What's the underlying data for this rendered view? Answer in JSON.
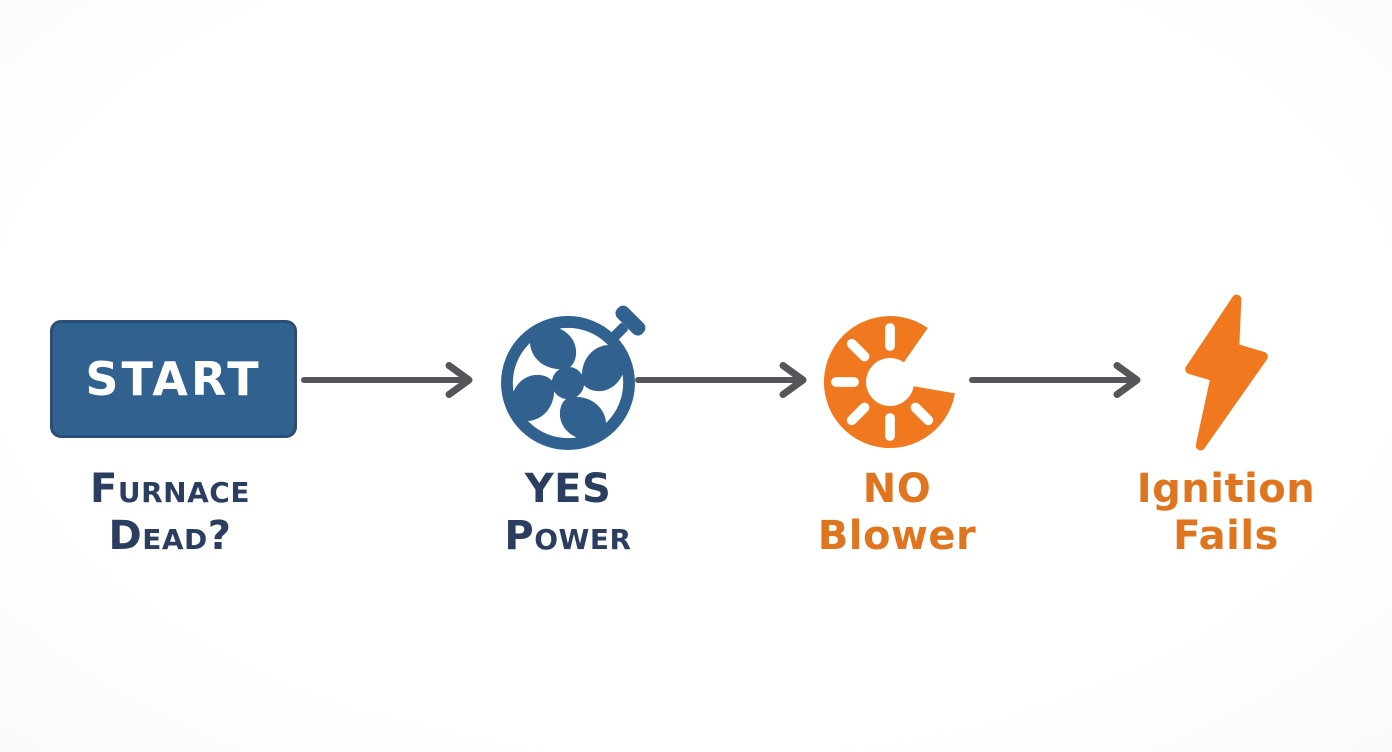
{
  "colors": {
    "blue": "#31618F",
    "blue-border": "#2A4E74",
    "navy-text": "#2C3E60",
    "orange": "#F0791F",
    "orange-text": "#E0751F",
    "arrow": "#55565A"
  },
  "flow": {
    "nodes": [
      {
        "id": "start",
        "kind": "button",
        "button_label": "START",
        "caption_line1": "Furnace",
        "caption_line2": "Dead?",
        "caption_case": "small-caps",
        "theme": "blue"
      },
      {
        "id": "power-check",
        "kind": "icon",
        "icon": "fan-blower-icon",
        "caption_line1": "YES",
        "caption_line2": "Power",
        "caption_case": "small-caps",
        "theme": "blue"
      },
      {
        "id": "blower-check",
        "kind": "icon",
        "icon": "blower-wheel-icon",
        "caption_line1": "NO",
        "caption_line2": "Blower",
        "caption_case": "normal",
        "theme": "orange"
      },
      {
        "id": "ignition-check",
        "kind": "icon",
        "icon": "lightning-bolt-icon",
        "caption_line1": "Ignition",
        "caption_line2": "Fails",
        "caption_case": "normal",
        "theme": "orange"
      }
    ],
    "connectors": [
      {
        "from": "start",
        "to": "power-check",
        "style": "arrow-right"
      },
      {
        "from": "power-check",
        "to": "blower-check",
        "style": "arrow-right"
      },
      {
        "from": "blower-check",
        "to": "ignition-check",
        "style": "arrow-right"
      }
    ]
  }
}
